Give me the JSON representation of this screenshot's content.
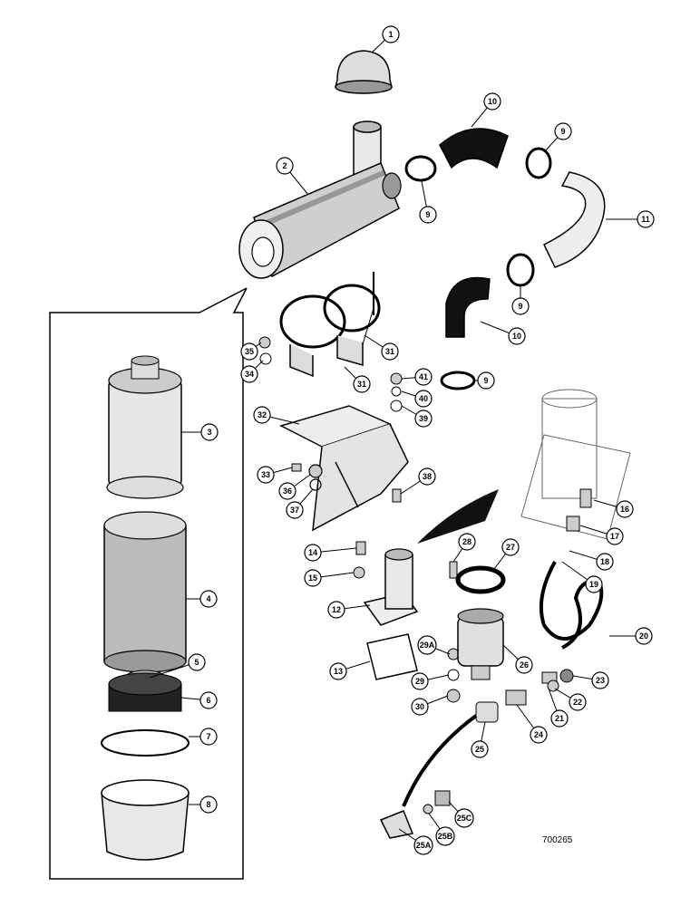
{
  "drawing_number": "700265",
  "callouts": [
    "1",
    "2",
    "3",
    "4",
    "5",
    "6",
    "7",
    "8",
    "9",
    "10",
    "11",
    "12",
    "13",
    "14",
    "15",
    "16",
    "17",
    "18",
    "19",
    "20",
    "21",
    "22",
    "23",
    "24",
    "25",
    "25A",
    "25B",
    "25C",
    "26",
    "27",
    "28",
    "29",
    "29A",
    "30",
    "31",
    "32",
    "33",
    "34",
    "35",
    "36",
    "37",
    "38",
    "39",
    "40",
    "41"
  ]
}
